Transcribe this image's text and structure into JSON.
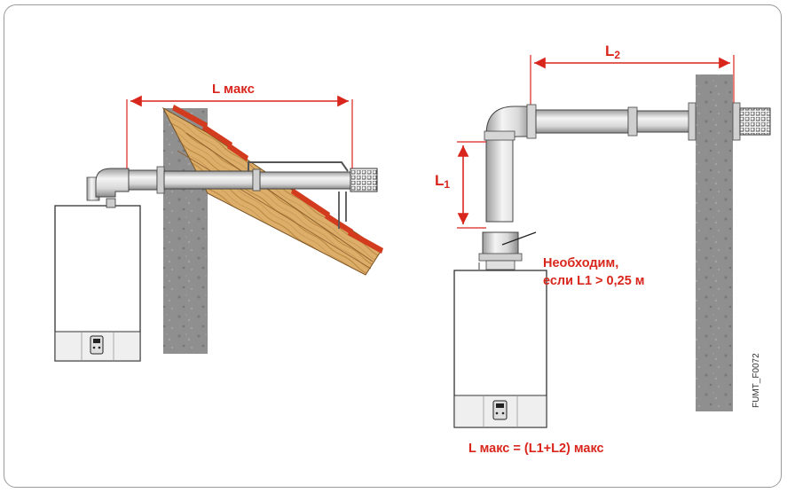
{
  "labels": {
    "l_max_left": "L макс",
    "l2": "L",
    "l2_sub": "2",
    "l1": "L",
    "l1_sub": "1",
    "note_line1": "Необходим,",
    "note_line2": "если L1 > 0,25 м",
    "formula": "L макс = (L1+L2) макс",
    "figure_code": "FUMT_F0072"
  },
  "colors": {
    "dimension": "#d9261c",
    "wall": "#8f8f8f",
    "wood": "#d9a55a",
    "tiles": "#d33b1f",
    "pipe": "#e3e3e3"
  }
}
